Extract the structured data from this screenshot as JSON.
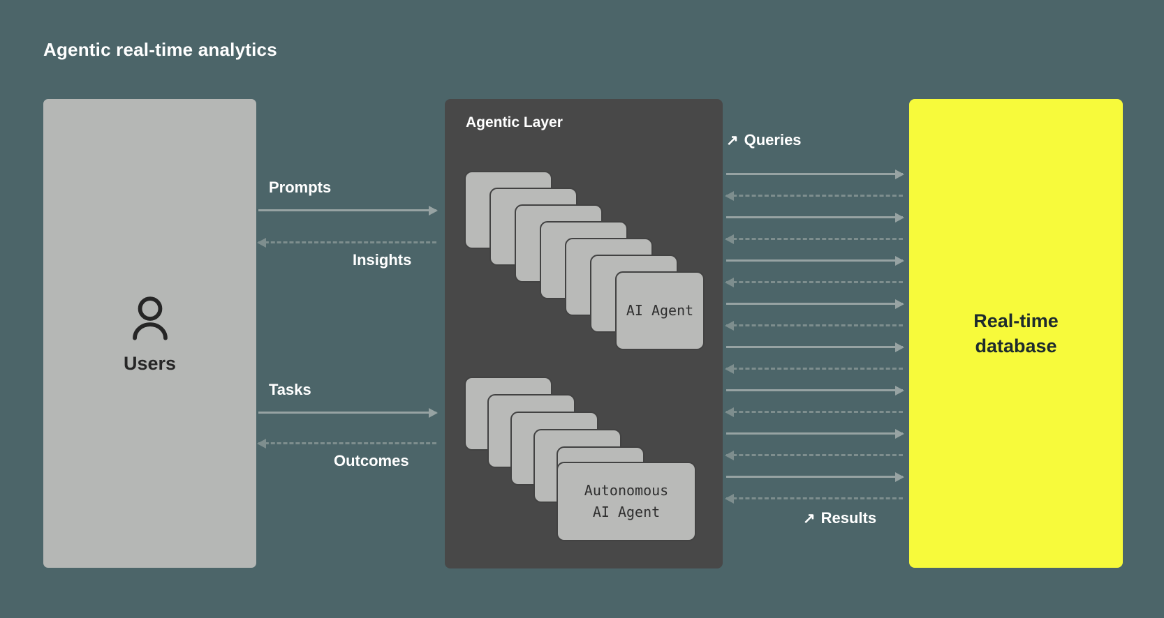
{
  "title": "Agentic real-time analytics",
  "users": {
    "label": "Users"
  },
  "agentic": {
    "title": "Agentic Layer",
    "stacks": [
      {
        "name": "ai-agent-stack",
        "card_count": 7,
        "label_lines": [
          "AI Agent"
        ]
      },
      {
        "name": "autonomous-ai-agent-stack",
        "card_count": 6,
        "label_lines": [
          "Autonomous",
          "AI Agent"
        ]
      }
    ]
  },
  "database": {
    "line1": "Real-time",
    "line2": "database"
  },
  "flows": {
    "prompts": "Prompts",
    "insights": "Insights",
    "tasks": "Tasks",
    "outcomes": "Outcomes",
    "queries": "Queries",
    "results": "Results",
    "queries_icon": "↗",
    "results_icon": "↗"
  },
  "exchange": {
    "pair_count": 8
  },
  "colors": {
    "background": "#4c6569",
    "users_box": "#b5b7b5",
    "agentic_box": "#484848",
    "card": "#b9bab8",
    "database_box": "#f7fa3b",
    "solid_arrow": "#97a3a3",
    "dashed_arrow": "#7e8e8e",
    "text_light": "#ffffff",
    "text_dark": "#262626"
  }
}
